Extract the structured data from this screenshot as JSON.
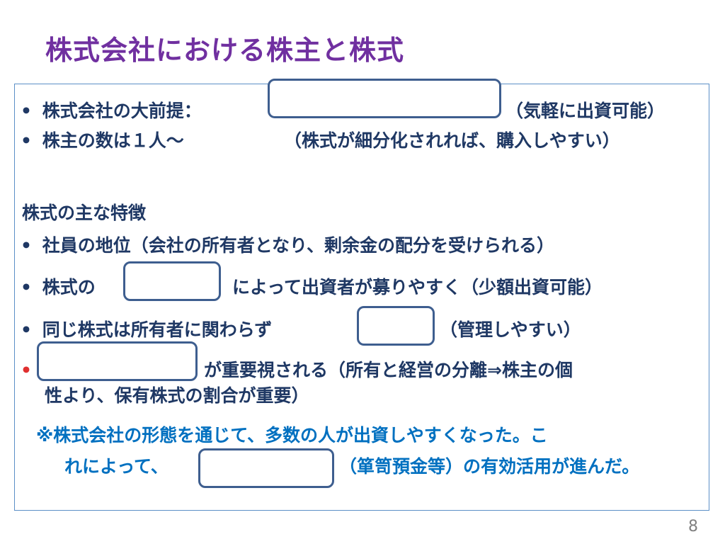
{
  "title": "株式会社における株主と株式",
  "lines": {
    "l1_text": "株式会社の大前提：",
    "l1_suffix": "（気軽に出資可能）",
    "l2_text": "株主の数は１人～",
    "l2_suffix": "（株式が細分化されれば、購入しやすい）",
    "heading": "株式の主な特徴",
    "l4_text": "社員の地位（会社の所有者となり、剰余金の配分を受けられる）",
    "l5_text": "株式の",
    "l5_suffix": "によって出資者が募りやすく（少額出資可能）",
    "l6_text": "同じ株式は所有者に関わらず",
    "l6_suffix": "（管理しやすい）",
    "l7_suffix": "が重要視される（所有と経営の分離⇒株主の個",
    "l7b_text": "性より、保有株式の割合が重要）",
    "note_1": "※株式会社の形態を通じて、多数の人が出資しやすくなった。こ",
    "note_2": "れによって、",
    "note_3": "（箪笥預金等）の有効活用が進んだ。"
  },
  "bullets": {
    "standard": "•",
    "red": "•"
  },
  "page_number": "8",
  "colors": {
    "title": "#7030a0",
    "body_text": "#1f3864",
    "note_text": "#0070c0",
    "frame": "#5b8fc7",
    "blank_border": "#3e5e8f",
    "red_bullet": "#e03030"
  }
}
